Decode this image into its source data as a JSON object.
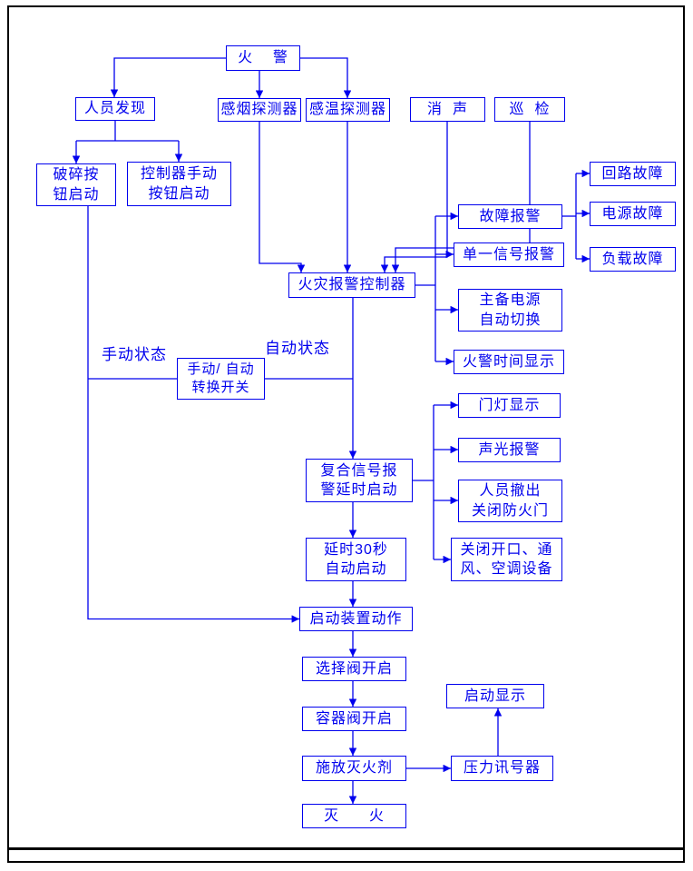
{
  "diagram": {
    "type": "flowchart",
    "accent_color": "#0000EE",
    "frame_color": "#000000",
    "nodes": {
      "fire_alarm": "火    警",
      "person_found": "人员发现",
      "smoke_detector": "感烟探测器",
      "temp_detector": "感温探测器",
      "mute": "消  声",
      "patrol": "巡  检",
      "break_button": "破碎按\n钮启动",
      "controller_manual": "控制器手动\n按钮启动",
      "fire_controller": "火灾报警控制器",
      "fault_alarm": "故障报警",
      "loop_fault": "回路故障",
      "power_fault": "电源故障",
      "load_fault": "负载故障",
      "single_signal": "单一信号报警",
      "power_switch": "主备电源\n自动切换",
      "fire_time": "火警时间显示",
      "transfer_switch": "手动/ 自动\n转换开关",
      "door_light": "门灯显示",
      "sound_light": "声光报警",
      "evacuate": "人员撤出\n关闭防火门",
      "close_openings": "关闭开口、通\n风、空调设备",
      "composite_delay": "复合信号报\n警延时启动",
      "delay_30": "延时30秒\n自动启动",
      "start_device": "启动装置动作",
      "select_valve": "选择阀开启",
      "container_valve": "容器阀开启",
      "release_agent": "施放灭火剂",
      "pressure_signal": "压力讯号器",
      "start_display": "启动显示",
      "extinguish": "灭      火"
    },
    "labels": {
      "manual_state": "手动状态",
      "auto_state": "自动状态"
    }
  }
}
